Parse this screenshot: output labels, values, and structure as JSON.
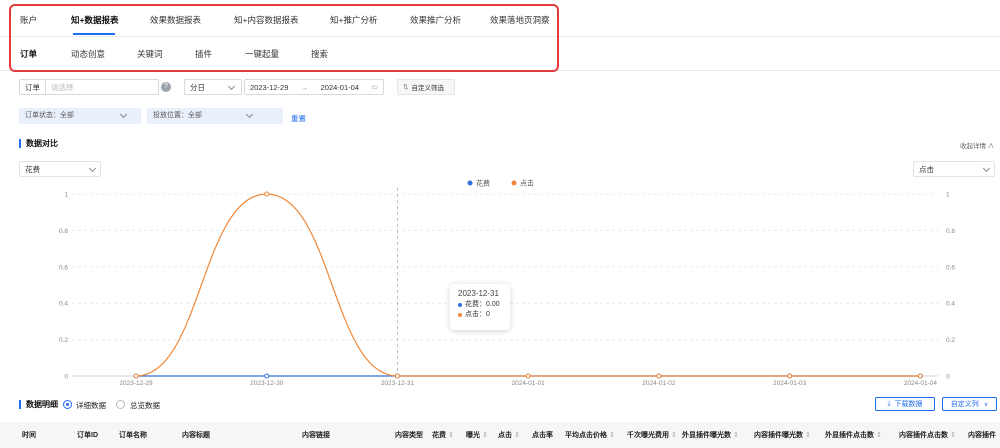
{
  "nav_primary": {
    "tabs": [
      {
        "label": "账户",
        "active": false
      },
      {
        "label": "知+数据报表",
        "active": true
      },
      {
        "label": "效果数据报表",
        "active": false
      },
      {
        "label": "知+内容数据报表",
        "active": false
      },
      {
        "label": "知+推广分析",
        "active": false
      },
      {
        "label": "效果推广分析",
        "active": false
      },
      {
        "label": "效果落地页洞察",
        "active": false
      }
    ]
  },
  "nav_secondary": {
    "tabs": [
      {
        "label": "订单",
        "active": true
      },
      {
        "label": "动态创意",
        "active": false
      },
      {
        "label": "关键词",
        "active": false
      },
      {
        "label": "插件",
        "active": false
      },
      {
        "label": "一键起量",
        "active": false
      },
      {
        "label": "搜索",
        "active": false
      }
    ]
  },
  "filters": {
    "order_label": "订单",
    "order_placeholder": "请选择",
    "granularity": "分日",
    "date_start": "2023-12-29",
    "date_arrow": "→",
    "date_end": "2024-01-04",
    "custom_filter": "自定义筛选",
    "order_status": "订单状态：全部",
    "placement": "投放位置：全部",
    "reset": "重置"
  },
  "compare": {
    "title": "数据对比",
    "collapse": "收起详情 ∧",
    "left_metric": "花费",
    "right_metric": "点击"
  },
  "chart_data": {
    "type": "line",
    "x": [
      "2023-12-29",
      "2023-12-30",
      "2023-12-31",
      "2024-01-01",
      "2024-01-02",
      "2024-01-03",
      "2024-01-04"
    ],
    "series": [
      {
        "name": "花费",
        "values": [
          0,
          0,
          0,
          0,
          0,
          0,
          0
        ],
        "color": "#2f6fde",
        "axis": "left"
      },
      {
        "name": "点击",
        "values": [
          0,
          1,
          0,
          0,
          0,
          0,
          0
        ],
        "color": "#f0883a",
        "axis": "right"
      }
    ],
    "y_ticks": [
      "0",
      "0.2",
      "0.4",
      "0.6",
      "0.8",
      "1"
    ],
    "ylim": [
      0,
      1
    ],
    "legend_position": "top-center",
    "grid": true
  },
  "tooltip": {
    "date": "2023-12-31",
    "rows": [
      {
        "label": "花费：0.00",
        "color": "#2f6fde"
      },
      {
        "label": "点击：0",
        "color": "#f0883a"
      }
    ]
  },
  "details": {
    "title": "数据明细",
    "radio_detail": "详细数据",
    "radio_summary": "总览数据",
    "download": "下载数据",
    "custom_columns": "自定义列"
  },
  "table": {
    "columns": [
      "时间",
      "订单ID",
      "订单名称",
      "内容标题",
      "内容链接",
      "内容类型",
      "花费",
      "曝光",
      "点击",
      "点击率",
      "平均点击价格",
      "千次曝光费用",
      "外显插件曝光数",
      "内容插件曝光数",
      "外显插件点击数",
      "内容插件点击数",
      "内容插件"
    ]
  },
  "colors": {
    "accent": "#1d6cf2",
    "highlight_border": "#e23b3b",
    "series_spend": "#2f6fde",
    "series_click": "#f0883a"
  }
}
